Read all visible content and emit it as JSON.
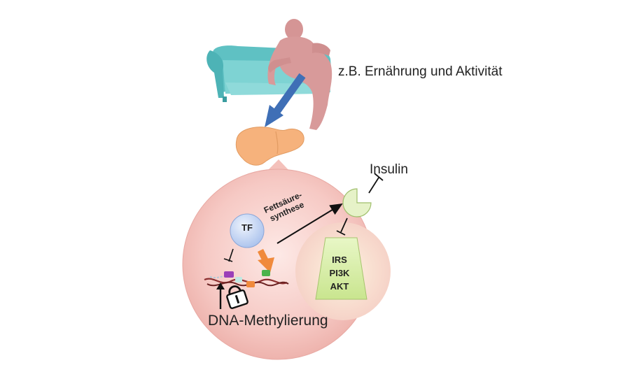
{
  "labels": {
    "lifestyle": "z.B. Ernährung und Aktivität",
    "insulin": "Insulin",
    "fatty_acid_synthesis_line1": "Fettsäure-",
    "fatty_acid_synthesis_line2": "synthese",
    "transcription_factor": "TF",
    "dna_methylation": "DNA-Methylierung"
  },
  "pathway": [
    "IRS",
    "PI3K",
    "AKT"
  ],
  "colors": {
    "cell_fill": "#f6c9c4",
    "cell_center": "#fbe4df",
    "liver": "#f6b27c",
    "sofa": "#6cc9c9",
    "person": "#d89a9a",
    "tf_fill": "#c9d9f5",
    "receptor_fill": "#e6f2c8",
    "pathway_fill": "#d6efa6",
    "arrow_blue": "#3f6fb6",
    "arrow_orange": "#f08a3c"
  },
  "icons": [
    "sofa-icon",
    "person-icon",
    "liver-icon",
    "receptor-icon",
    "methyl-group-icon"
  ]
}
